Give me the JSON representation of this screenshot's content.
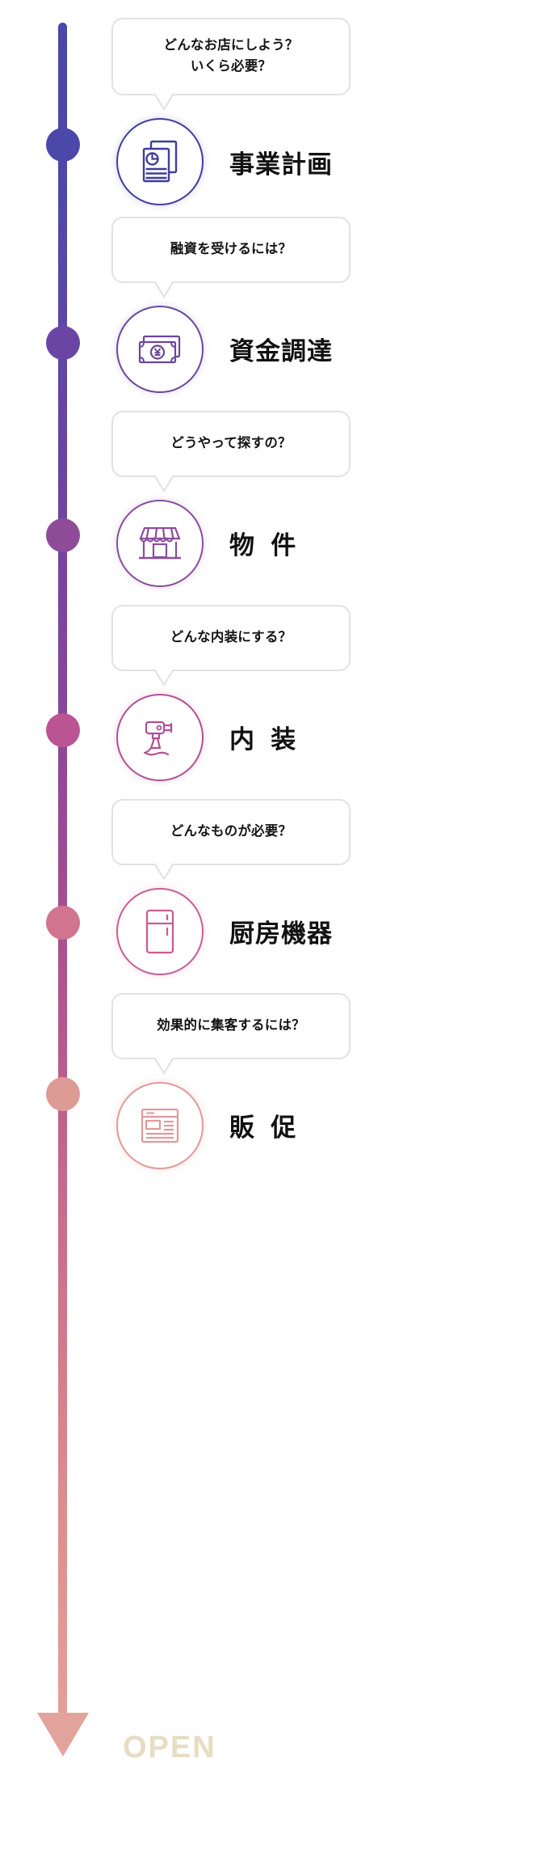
{
  "diagram": {
    "type": "vertical-timeline",
    "title_text": "",
    "end_label": "OPEN",
    "end_label_color": "#e6ddc3",
    "spine_gradient_from": "#4a47a8",
    "spine_gradient_to": "#e3a09a",
    "steps": [
      {
        "index": 1,
        "question": "どんなお店にしよう？\nいくら必要？",
        "label": "事業計画",
        "icon": "document-chart-icon",
        "color": "#3f3d9e"
      },
      {
        "index": 2,
        "question": "融資を受けるには？",
        "label": "資金調達",
        "icon": "banknote-yen-icon",
        "color": "#6b4799"
      },
      {
        "index": 3,
        "question": "どうやって探すの？",
        "label": "物  件",
        "icon": "storefront-icon",
        "color": "#8a4e9b"
      },
      {
        "index": 4,
        "question": "どんな内装にする？",
        "label": "内  装",
        "icon": "paint-sprayer-icon",
        "color": "#b34f93"
      },
      {
        "index": 5,
        "question": "どんなものが必要？",
        "label": "厨房機器",
        "icon": "refrigerator-icon",
        "color": "#c75e93"
      },
      {
        "index": 6,
        "question": "効果的に集客するには？",
        "label": "販  促",
        "icon": "webpage-flyer-icon",
        "color": "#e09a9a"
      }
    ],
    "node_colors": [
      "#4b48a9",
      "#6a45a4",
      "#8e4b98",
      "#bb5492",
      "#d0748f",
      "#dd9b96"
    ]
  }
}
